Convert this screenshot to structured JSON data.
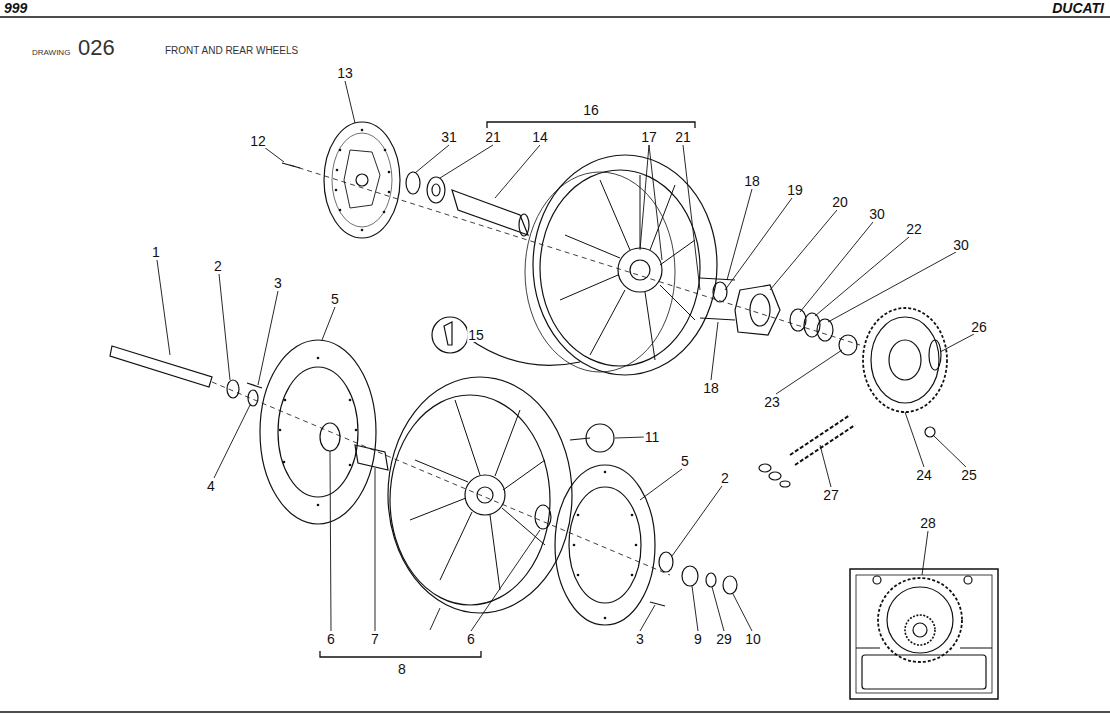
{
  "diagram": {
    "title": "FRONT AND REAR WHEELS",
    "labels": [
      "999",
      "DUCATI",
      "DRAWING",
      "026",
      "13",
      "12",
      "31",
      "21",
      "14",
      "16",
      "17",
      "21",
      "18",
      "19",
      "20",
      "30",
      "22",
      "30",
      "26",
      "15",
      "18",
      "23",
      "24",
      "25",
      "27",
      "28",
      "1",
      "2",
      "3",
      "5",
      "4",
      "11",
      "5",
      "2",
      "6",
      "7",
      "6",
      "8",
      "3",
      "9",
      "29",
      "10"
    ]
  }
}
